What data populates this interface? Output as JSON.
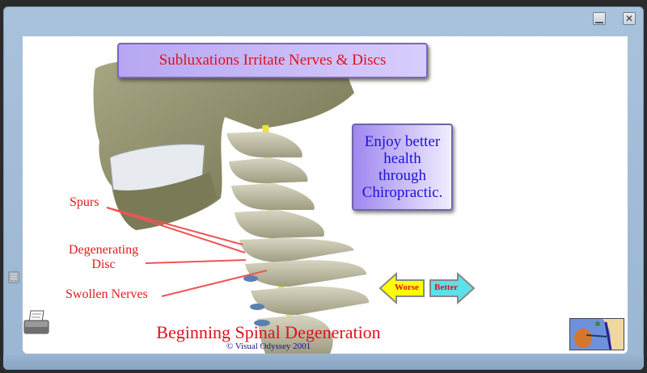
{
  "window": {
    "minimize_label": "",
    "close_label": "✕",
    "icons": {
      "minimize": "minimize-icon",
      "close": "close-icon",
      "side": "list-icon",
      "print": "printer-icon"
    }
  },
  "slide": {
    "title": "Subluxations Irritate Nerves & Discs",
    "callout": [
      "Enjoy better",
      "health",
      "through",
      "Chiropractic."
    ],
    "labels": {
      "spurs": "Spurs",
      "degenerating_line1": "Degenerating",
      "degenerating_line2": "Disc",
      "swollen": "Swollen Nerves"
    },
    "caption": "Beginning Spinal Degeneration",
    "copyright": "© Visual Odyssey 2001",
    "nav": {
      "worse": "Worse",
      "better": "Better"
    },
    "colors": {
      "title_text": "#e0101c",
      "callout_text": "#1d12d6",
      "box_border": "#7a63c8",
      "worse_fill": "#ffff00",
      "better_fill": "#5ee0e8"
    }
  }
}
